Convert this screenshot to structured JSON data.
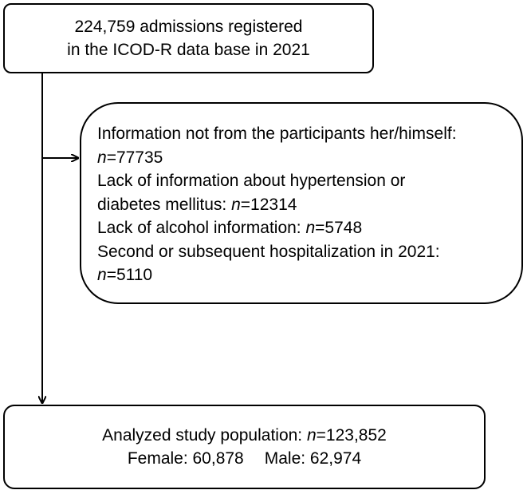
{
  "top_box": {
    "line1": "224,759 admissions registered",
    "line2": "in the ICOD-R data base in 2021"
  },
  "exclusion_box": {
    "item1_text": "Information not from the participants her/himself:",
    "item1_n_label": "n",
    "item1_n_value": "=77735",
    "item2_text_line1": "Lack of information about hypertension or",
    "item2_text_line2": "diabetes mellitus: ",
    "item2_n_label": "n",
    "item2_n_value": "=12314",
    "item3_text": "Lack of alcohol information: ",
    "item3_n_label": "n",
    "item3_n_value": "=5748",
    "item4_text": "Second or subsequent hospitalization in 2021:",
    "item4_n_label": "n",
    "item4_n_value": "=5110"
  },
  "bottom_box": {
    "line1_text": "Analyzed study population: ",
    "line1_n_label": "n",
    "line1_n_value": "=123,852",
    "female": "Female: 60,878",
    "male": "Male: 62,974"
  }
}
